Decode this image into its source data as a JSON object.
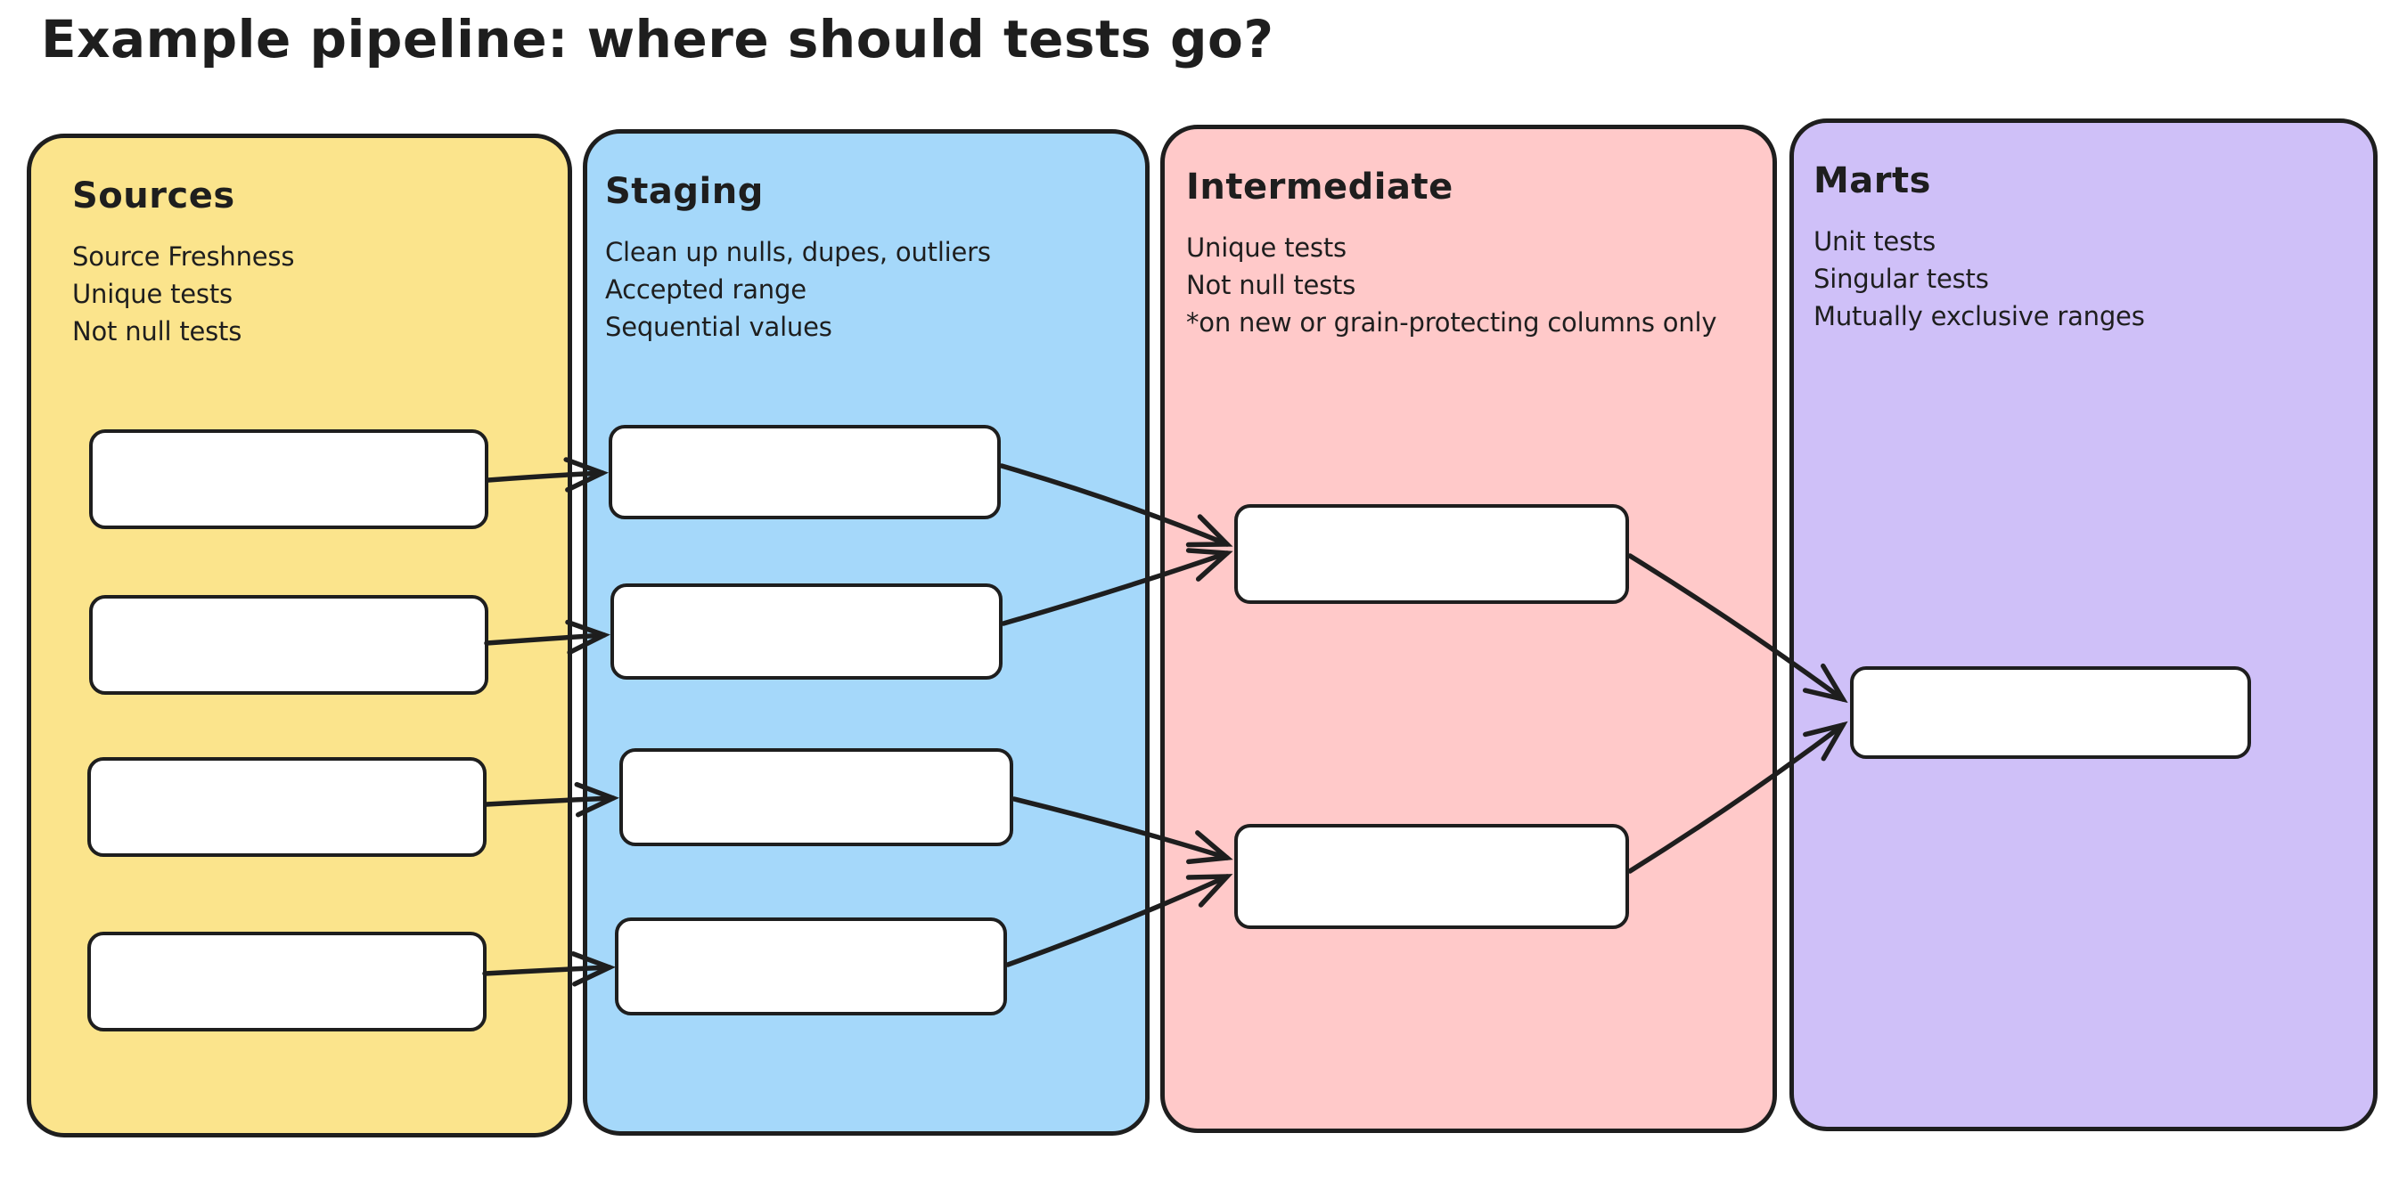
{
  "title": "Example pipeline: where should tests go?",
  "colors": {
    "background": "#ffffff",
    "stroke": "#1e1e1e",
    "node_fill": "#ffffff",
    "sources_fill": "#fbe48c",
    "staging_fill": "#a5d8fa",
    "intermediate_fill": "#ffc9c9",
    "marts_fill": "#cfc0f8"
  },
  "columns": [
    {
      "id": "sources",
      "label": "Sources",
      "fill": "#fbe48c",
      "notes": [
        "Source Freshness",
        "Unique tests",
        "Not null tests"
      ],
      "node_count": 4
    },
    {
      "id": "staging",
      "label": "Staging",
      "fill": "#a5d8fa",
      "notes": [
        "Clean up nulls, dupes, outliers",
        "Accepted range",
        "Sequential values"
      ],
      "node_count": 4
    },
    {
      "id": "intermediate",
      "label": "Intermediate",
      "fill": "#ffc9c9",
      "notes": [
        "Unique tests",
        "Not null tests",
        "*on new or grain-protecting columns only"
      ],
      "node_count": 2
    },
    {
      "id": "marts",
      "label": "Marts",
      "fill": "#cfc0f8",
      "notes": [
        "Unit tests",
        "Singular tests",
        "Mutually exclusive ranges"
      ],
      "node_count": 1
    }
  ],
  "edges": [
    {
      "from": "sources-1",
      "to": "staging-1"
    },
    {
      "from": "sources-2",
      "to": "staging-2"
    },
    {
      "from": "sources-3",
      "to": "staging-3"
    },
    {
      "from": "sources-4",
      "to": "staging-4"
    },
    {
      "from": "staging-1",
      "to": "intermediate-1"
    },
    {
      "from": "staging-2",
      "to": "intermediate-1"
    },
    {
      "from": "staging-3",
      "to": "intermediate-2"
    },
    {
      "from": "staging-4",
      "to": "intermediate-2"
    },
    {
      "from": "intermediate-1",
      "to": "marts-1"
    },
    {
      "from": "intermediate-2",
      "to": "marts-1"
    }
  ]
}
